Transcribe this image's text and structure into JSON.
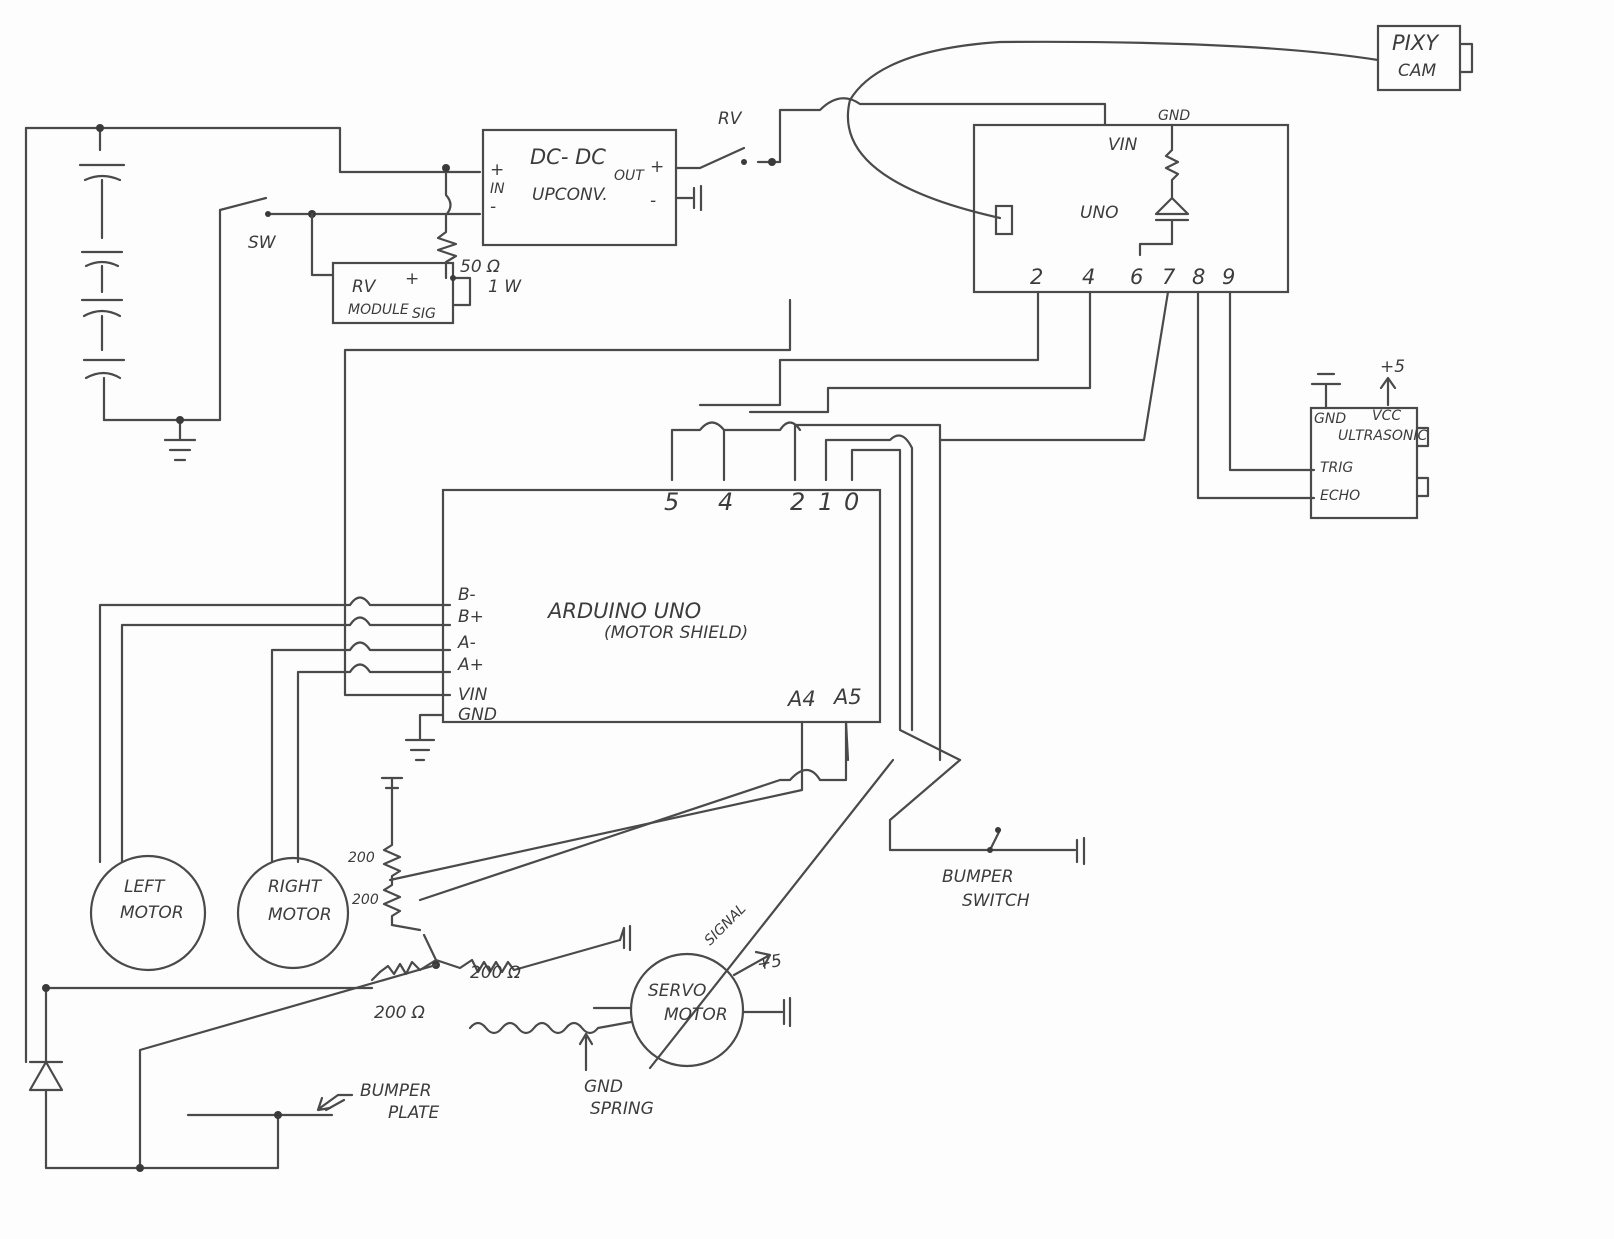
{
  "labels": {
    "pixy_top": "PIXY",
    "pixy_bottom": "CAM",
    "rv_top": "RV",
    "gnd_uno": "GND",
    "vin_uno": "VIN",
    "uno": "UNO",
    "dcdc_title": "DC- DC",
    "dcdc_sub": "UPCONV.",
    "dcdc_in": "IN",
    "dcdc_out": "OUT",
    "dcdc_plus_in": "+",
    "dcdc_minus_in": "-",
    "dcdc_plus_out": "+",
    "dcdc_minus_out": "-",
    "sw": "SW",
    "rv_module_1": "RV",
    "rv_module_plus": "+",
    "rv_module_2": "MODULE",
    "rv_module_sig": "SIG",
    "res_50_a": "50 Ω",
    "res_50_b": "1 W",
    "pin_2": "2",
    "pin_4": "4",
    "pin_6": "6",
    "pin_7": "7",
    "pin_8": "8",
    "pin_9": "9",
    "plus5_top": "+5",
    "us_gnd": "GND",
    "us_vcc": "VCC",
    "us_name": "ULTRASONIC",
    "us_trig": "TRIG",
    "us_echo": "ECHO",
    "ms_5": "5",
    "ms_4": "4",
    "ms_2": "2",
    "ms_1": "1",
    "ms_0": "0",
    "ms_title": "ARDUINO  UNO",
    "ms_sub": "(MOTOR  SHIELD)",
    "ms_bminus": "B-",
    "ms_bplus": "B+",
    "ms_aminus": "A-",
    "ms_aplus": "A+",
    "ms_vin": "VIN",
    "ms_gnd": "GND",
    "ms_a4": "A4",
    "ms_a5": "A5",
    "left_motor_1": "LEFT",
    "left_motor_2": "MOTOR",
    "right_motor_1": "RIGHT",
    "right_motor_2": "MOTOR",
    "r200_a": "200",
    "r200_b": "200",
    "r200_c": "200 Ω",
    "r200_d": "200 Ω",
    "servo_1": "SERVO",
    "servo_2": "MOTOR",
    "signal": "SIGNAL",
    "plus5_servo": "+5",
    "gnd_spring_1": "GND",
    "gnd_spring_2": "SPRING",
    "bumper_switch_1": "BUMPER",
    "bumper_switch_2": "SWITCH",
    "bumper_plate_1": "BUMPER",
    "bumper_plate_2": "PLATE"
  }
}
